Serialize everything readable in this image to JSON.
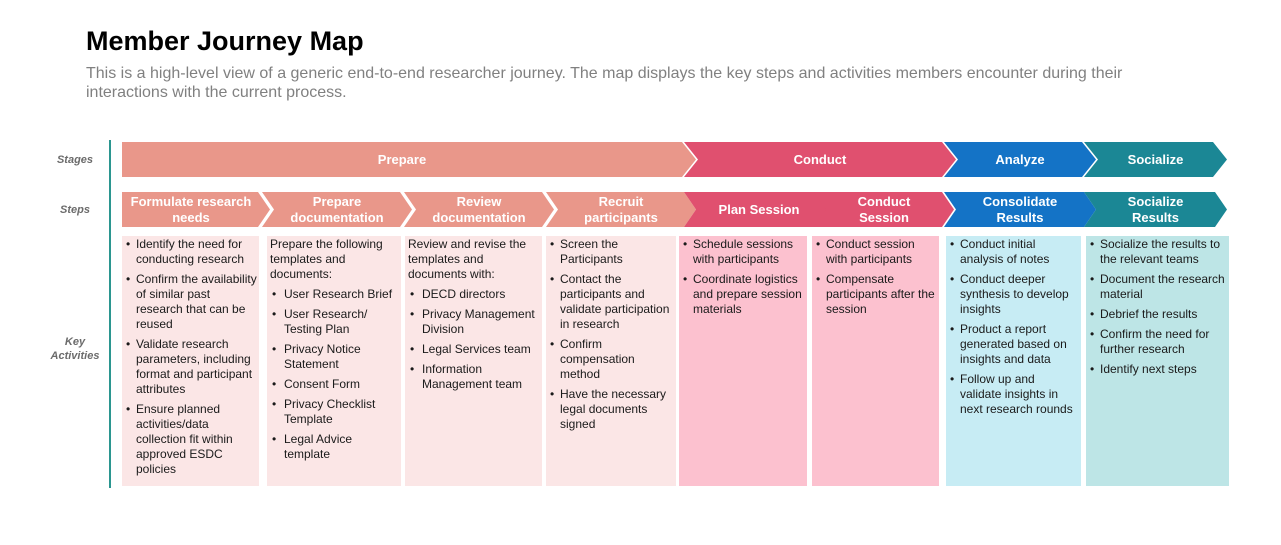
{
  "title": "Member Journey Map",
  "subtitle": "This is a high-level view of a generic end-to-end researcher journey. The map displays the key steps and activities members encounter during their interactions with the current process.",
  "row_labels": {
    "stages": "Stages",
    "steps": "Steps",
    "activities": "Key\nActivities"
  },
  "stages": [
    {
      "label": "Prepare",
      "color": "#e9978a"
    },
    {
      "label": "Conduct",
      "color": "#e0506f"
    },
    {
      "label": "Analyze",
      "color": "#1473c6"
    },
    {
      "label": "Socialize",
      "color": "#1b8795"
    }
  ],
  "steps": [
    {
      "label": "Formulate research\nneeds",
      "color": "#e9978a"
    },
    {
      "label": "Prepare\ndocumentation",
      "color": "#e9978a"
    },
    {
      "label": "Review\ndocumentation",
      "color": "#e9978a"
    },
    {
      "label": "Recruit\nparticipants",
      "color": "#e9978a"
    },
    {
      "label": "Plan Session",
      "color": "#e0506f"
    },
    {
      "label": "Conduct\nSession",
      "color": "#e0506f"
    },
    {
      "label": "Consolidate\nResults",
      "color": "#1473c6"
    },
    {
      "label": "Socialize\nResults",
      "color": "#1b8795"
    }
  ],
  "activities": [
    {
      "bg": "#fbe6e6",
      "intro": "",
      "items": [
        "Identify the need for conducting research",
        "Confirm the availability of similar past research that can be reused",
        "Validate research parameters, including format and participant attributes",
        "Ensure planned activities/data collection fit within approved ESDC policies"
      ]
    },
    {
      "bg": "#fbe6e6",
      "intro": "Prepare the following templates and documents:",
      "items": [
        "User Research Brief",
        "User Research/ Testing Plan",
        "Privacy Notice Statement",
        "Consent Form",
        "Privacy Checklist Template",
        "Legal Advice template"
      ]
    },
    {
      "bg": "#fbe6e6",
      "intro": "Review and revise the templates and documents with:",
      "items": [
        "DECD directors",
        "Privacy Management Division",
        "Legal Services team",
        "Information Management team"
      ]
    },
    {
      "bg": "#fbe6e6",
      "intro": "",
      "items": [
        "Screen the Participants",
        "Contact the participants and validate participation in research",
        "Confirm compensation method",
        "Have the necessary legal documents signed"
      ]
    },
    {
      "bg": "#fcc1cf",
      "intro": "",
      "items": [
        "Schedule sessions with participants",
        "Coordinate logistics and prepare session materials"
      ]
    },
    {
      "bg": "#fcc1cf",
      "intro": "",
      "items": [
        "Conduct session with participants",
        "Compensate participants after the session"
      ]
    },
    {
      "bg": "#c7ecf4",
      "intro": "",
      "items": [
        "Conduct initial analysis of notes",
        "Conduct deeper synthesis to develop insights",
        "Product a report generated based on insights and data",
        "Follow up and validate insights in next research rounds"
      ]
    },
    {
      "bg": "#bde5e6",
      "intro": "",
      "items": [
        "Socialize the results to the relevant teams",
        "Document the research material",
        "Debrief the results",
        "Confirm the need for further research",
        "Identify next steps"
      ]
    }
  ]
}
